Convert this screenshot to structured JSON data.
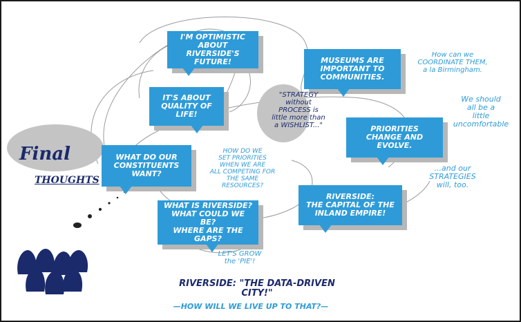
{
  "title": {
    "line1": "Final",
    "line2": "THOUGHTS"
  },
  "bubbles": {
    "optimistic": "I'M OPTIMISTIC\nABOUT RIVERSIDE'S\nFUTURE!",
    "museums": "MUSEUMS are\nIMPORTANT to\nCOMMUNITIES.",
    "quality": "IT'S ABOUT\nQUALITY OF\nLIFE!",
    "priorities": "PRIORITIES\nCHANGE and\nEVOLVE.",
    "constituents": "WHAT DO OUR\nCONSTITUENTS\nWANT?",
    "riverside_capital": "RIVERSIDE:\nThe CAPITAL of the\nINLAND EMPIRE!",
    "what_is_riverside": "WHAT IS RIVERSIDE?\nWHAT COULD WE BE?\nWHERE ARE THE\nGAPS?"
  },
  "strategy_quote": "\"STRATEGY\nwithout\nPROCESS is\nlittle more than\na WISHLIST...\"",
  "notes": {
    "coordinate": "How can we\nCOORDINATE THEM,\na la Birmingham.",
    "uncomfortable": "We should\nall be a\nlittle\nuncomfortable",
    "strategies": "...and our\nSTRATEGIES\nwill, too.",
    "set_priorities": "HOW DO WE\nSET PRIORITIES\nWHEN WE ARE\nALL COMPETING FOR\nTHE SAME\nRESOURCES?",
    "grow_pie": "LET'S GROW\nthe 'PIE'!",
    "live_up": "—HOW WILL WE LIVE UP TO THAT?—"
  },
  "data_driven": "RIVERSIDE: \"THE DATA-DRIVEN\nCITY!\"",
  "colors": {
    "bubble": "#2e9bd8",
    "shadow": "#b7b7b7",
    "navy": "#1b2a6b",
    "gray_blob": "#c4c4c4",
    "ink": "#222222"
  }
}
